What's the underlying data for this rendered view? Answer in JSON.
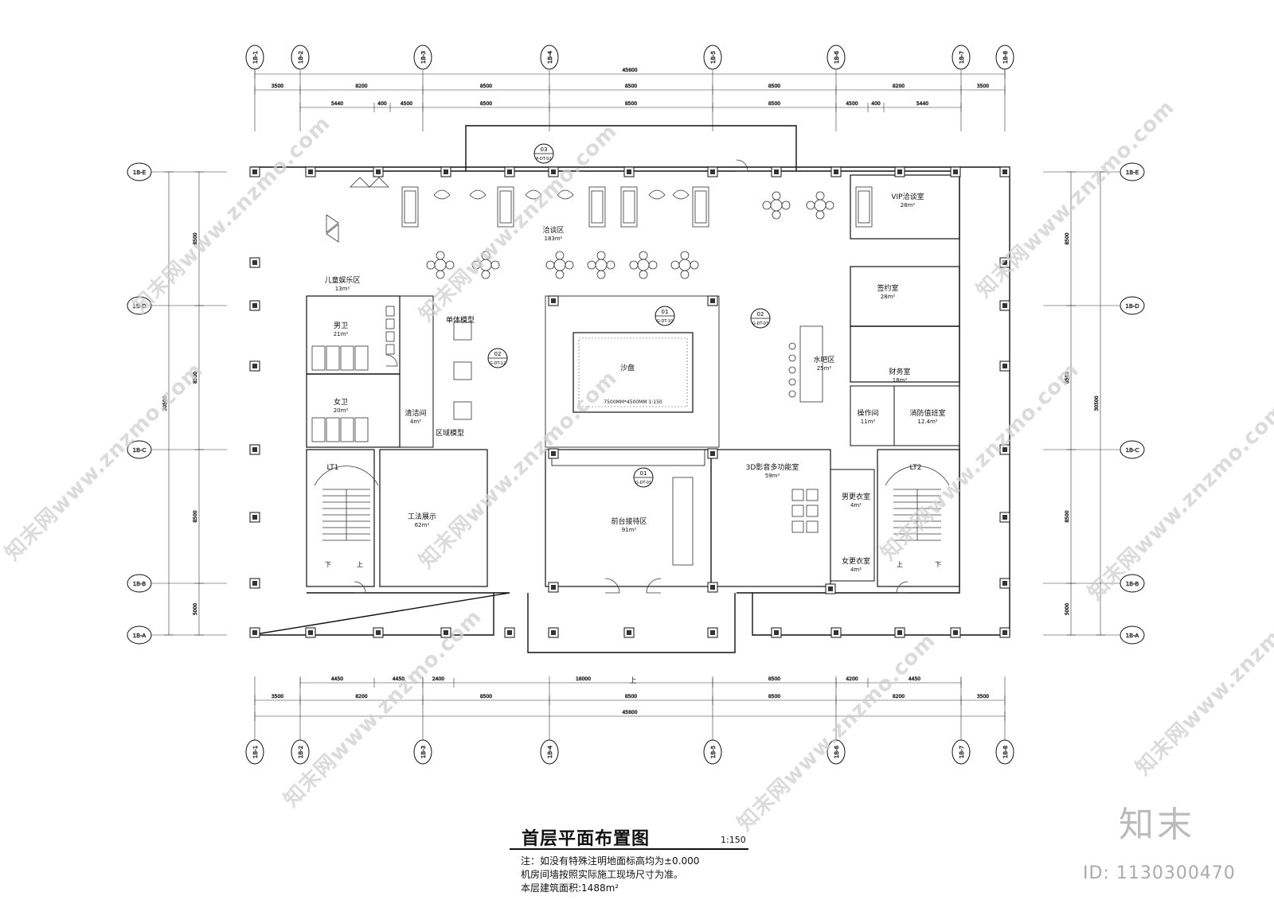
{
  "drawing": {
    "title": "首层平面布置图",
    "scale": "1:150",
    "notes": [
      "注：如没有特殊注明地面标高均为±0.000",
      "机房间墙按照实际施工现场尺寸为准。",
      "本层建筑面积:1488m²"
    ]
  },
  "axes": {
    "top": [
      "1B-1",
      "1B-2",
      "1B-3",
      "1B-4",
      "1B-5",
      "1B-6",
      "1B-7",
      "1B-8"
    ],
    "bottom": [
      "1B-1",
      "1B-2",
      "1B-3",
      "1B-4",
      "1B-5",
      "1B-6",
      "1B-7",
      "1B-8"
    ],
    "left": [
      "1B-E",
      "1B-D",
      "1B-C",
      "1B-B",
      "1B-A"
    ],
    "right": [
      "1B-E",
      "1B-D",
      "1B-C",
      "1B-B",
      "1B-A"
    ]
  },
  "dimensions": {
    "top_total": "45600",
    "top_row1": [
      "3500",
      "8200",
      "8500",
      "8500",
      "8500",
      "8200",
      "3500"
    ],
    "top_row2": [
      "5440",
      "400",
      "4500",
      "8500",
      "8500",
      "8500",
      "4500",
      "400",
      "5440"
    ],
    "bottom_row1": [
      "4450",
      "4450",
      "2400",
      "16000",
      "8500",
      "4200",
      "4450"
    ],
    "bottom_row2": [
      "3500",
      "8200",
      "8500",
      "8500",
      "8500",
      "8200",
      "3500"
    ],
    "bottom_total": "45600",
    "left_segments": [
      "8500",
      "8500",
      "8500",
      "5000"
    ],
    "left_total": "30500",
    "right_segments": [
      "8500",
      "8500",
      "8500",
      "5000"
    ],
    "right_total": "30500"
  },
  "rooms": [
    {
      "name": "儿童娱乐区",
      "area": "13m²"
    },
    {
      "name": "洽谈区",
      "area": "183m²"
    },
    {
      "name": "VIP洽谈室",
      "area": "28m²"
    },
    {
      "name": "签约室",
      "area": "28m²"
    },
    {
      "name": "财务室",
      "area": "18m²"
    },
    {
      "name": "水吧区",
      "area": "25m²"
    },
    {
      "name": "男卫",
      "area": "21m²"
    },
    {
      "name": "女卫",
      "area": "20m²"
    },
    {
      "name": "清洁间",
      "area": "4m²"
    },
    {
      "name": "单体模型",
      "area": ""
    },
    {
      "name": "区域模型",
      "area": ""
    },
    {
      "name": "沙盘",
      "area": ""
    },
    {
      "name": "操作间",
      "area": "11m²"
    },
    {
      "name": "消防值班室",
      "area": "12.4m²"
    },
    {
      "name": "工法展示",
      "area": "62m²"
    },
    {
      "name": "前台接待区",
      "area": "91m²"
    },
    {
      "name": "3D影音多功能室",
      "area": "59m²"
    },
    {
      "name": "男更衣室",
      "area": "4m²"
    },
    {
      "name": "女更衣室",
      "area": "4m²"
    },
    {
      "name": "LT1",
      "area": ""
    },
    {
      "name": "LT2",
      "area": ""
    }
  ],
  "sandtable_caption": "7500MM*4500MM 1:150",
  "callouts": [
    {
      "number": "03",
      "ref": "P-DT-02"
    },
    {
      "number": "01",
      "ref": "G-DT-10"
    },
    {
      "number": "02",
      "ref": "G-DT-12"
    },
    {
      "number": "02",
      "ref": "G-DT-03"
    },
    {
      "number": "01",
      "ref": "G-DT-01"
    }
  ],
  "stair_labels": {
    "down": "下",
    "up": "上"
  },
  "entrance_label": "上",
  "watermark": "知末网www.znzmo.com",
  "logo": "知末",
  "image_id": "ID: 1130300470"
}
